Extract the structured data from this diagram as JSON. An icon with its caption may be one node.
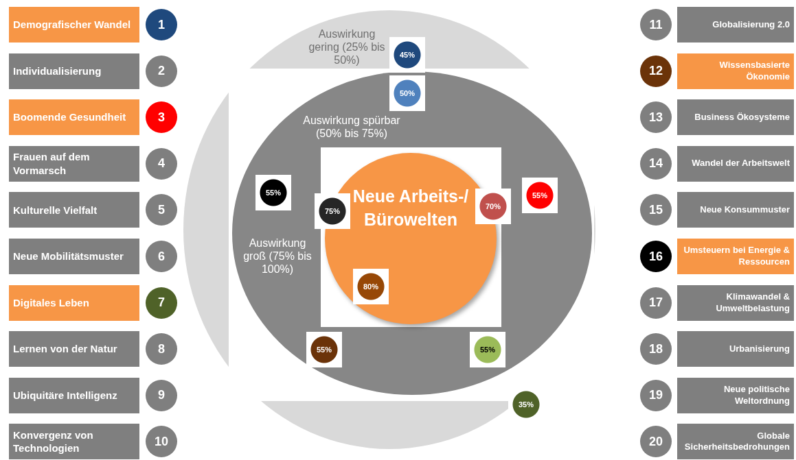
{
  "diagram": {
    "nodes": [
      {
        "text": [
          "Demografischer Wandel"
        ]
      },
      {
        "text": [
          "1"
        ]
      },
      {
        "text": [
          "Individualisierung"
        ]
      },
      {
        "text": [
          "2"
        ]
      },
      {
        "text": [
          "Boomende Gesundheit"
        ]
      },
      {
        "text": [
          "3"
        ]
      },
      {
        "text": [
          "Frauen auf dem Vormarsch"
        ]
      },
      {
        "text": [
          "4"
        ]
      },
      {
        "text": [
          "Kulturelle Vielfalt"
        ]
      },
      {
        "text": [
          "5"
        ]
      },
      {
        "text": [
          "Neue Mobilitätsmuster"
        ]
      },
      {
        "text": [
          "6"
        ]
      },
      {
        "text": [
          "Digitales Leben"
        ]
      },
      {
        "text": [
          "7"
        ]
      },
      {
        "text": [
          "Lernen von der Natur"
        ]
      },
      {
        "text": [
          "8"
        ]
      },
      {
        "text": [
          "Ubiquitäre Intelligenz"
        ]
      },
      {
        "text": [
          "9"
        ]
      },
      {
        "text": [
          "Konvergenz von Technologien"
        ]
      },
      {
        "text": [
          "10"
        ]
      },
      {
        "text": [
          "Auswirkung gering (25% bis 50%)"
        ]
      },
      {
        "text": [
          "Auswirkung spürbar (50% bis 75%)"
        ],
        "in": 20
      },
      {
        "text": [
          "Neue Arbeits-/ Bürowelten"
        ],
        "in": 21
      },
      {
        "text": [
          "45%"
        ],
        "in": 20
      },
      {
        "text": [
          "50%"
        ],
        "in": 21
      },
      {
        "text": [
          "55%"
        ],
        "in": 21
      },
      {
        "text": [
          "75%"
        ],
        "in": 21
      },
      {
        "text": [
          "70%"
        ],
        "in": 21
      },
      {
        "text": [
          "55%"
        ],
        "in": 21
      },
      {
        "text": [
          "80%"
        ],
        "in": 22
      },
      {
        "text": [
          "55%"
        ],
        "in": 21
      },
      {
        "text": [
          "55%"
        ],
        "in": 21
      },
      {
        "text": [
          "35%"
        ],
        "in": 20
      },
      {
        "text": [
          "11"
        ]
      },
      {
        "text": [
          "Globalisierung 2.0"
        ]
      },
      {
        "text": [
          "12"
        ]
      },
      {
        "text": [
          "Wissensbasierte Ökonomie"
        ]
      },
      {
        "text": [
          "13"
        ]
      },
      {
        "text": [
          "Business Ökosysteme"
        ]
      },
      {
        "text": [
          "14"
        ]
      },
      {
        "text": [
          "Wandel der Arbeitswelt"
        ]
      },
      {
        "text": [
          "15"
        ]
      },
      {
        "text": [
          "Neue Konsummuster"
        ]
      },
      {
        "text": [
          "16"
        ]
      },
      {
        "text": [
          "Umsteuern bei Energie & Ressourcen"
        ]
      },
      {
        "text": [
          "17"
        ]
      },
      {
        "text": [
          "Klimawandel & Umweltbelastung"
        ]
      },
      {
        "text": [
          "18"
        ]
      },
      {
        "text": [
          "Urbanisierung"
        ]
      },
      {
        "text": [
          "19"
        ]
      },
      {
        "text": [
          "Neue politische Weltordnung"
        ]
      },
      {
        "text": [
          "20"
        ]
      },
      {
        "text": [
          "Globale Sicherheitsbedrohungen"
        ]
      }
    ],
    "labels": [
      "Auswirkung groß (75% bis 100%)"
    ]
  }
}
